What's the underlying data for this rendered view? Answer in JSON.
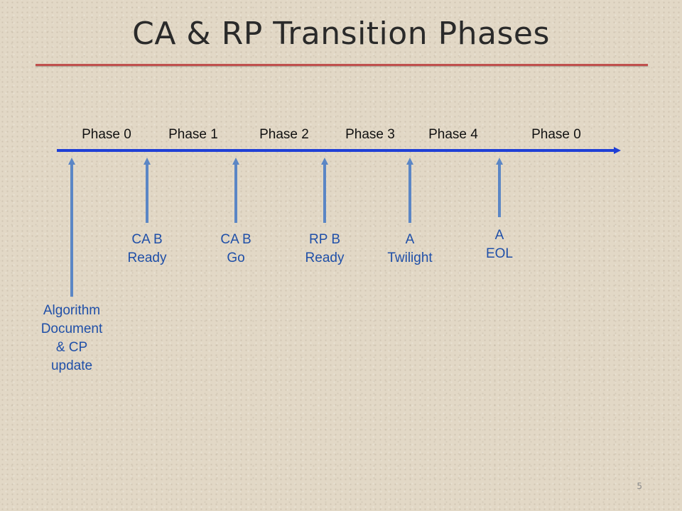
{
  "title": "CA & RP Transition Phases",
  "page_number": "5",
  "colors": {
    "timeline": "#1f3fd6",
    "arrows": "#5b86c5",
    "label_text": "#1f4fa8",
    "rule": "#c0504d"
  },
  "phases": [
    "Phase 0",
    "Phase 1",
    "Phase 2",
    "Phase 3",
    "Phase 4",
    "Phase 0"
  ],
  "events": [
    {
      "lines": [
        "Algorithm",
        "Document",
        "& CP",
        "update"
      ]
    },
    {
      "lines": [
        "CA B",
        "Ready"
      ]
    },
    {
      "lines": [
        "CA B",
        "Go"
      ]
    },
    {
      "lines": [
        "RP B",
        "Ready"
      ]
    },
    {
      "lines": [
        "A",
        "Twilight"
      ]
    },
    {
      "lines": [
        "A",
        "EOL"
      ]
    }
  ]
}
